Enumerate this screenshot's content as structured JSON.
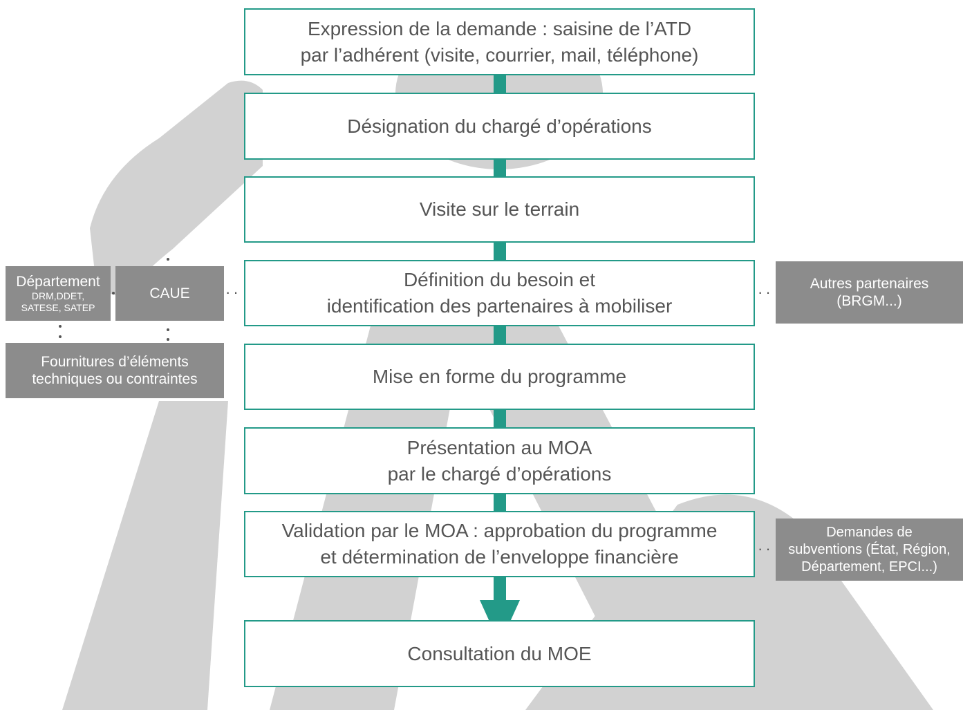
{
  "steps": [
    {
      "text": "Expression de la demande : saisine de l’ATD\npar l’adhérent (visite, courrier, mail, téléphone)"
    },
    {
      "text": "Désignation du chargé d’opérations"
    },
    {
      "text": "Visite sur le terrain"
    },
    {
      "text": "Définition du besoin et\nidentification des partenaires à mobiliser"
    },
    {
      "text": "Mise en forme du programme"
    },
    {
      "text": "Présentation au MOA\npar le chargé d’opérations"
    },
    {
      "text": "Validation par le MOA : approbation du programme\net détermination de l’enveloppe financière"
    },
    {
      "text": "Consultation du MOE"
    }
  ],
  "side_boxes": {
    "departement": {
      "title": "Département",
      "details": "DRM,DDET,\nSATESE, SATEP"
    },
    "caue": "CAUE",
    "fournitures": "Fournitures d’éléments\ntechniques ou contraintes",
    "autres_partenaires": "Autres partenaires\n(BRGM...)",
    "demandes_subventions": "Demandes de\nsubventions (État, Région,\nDépartement, EPCI...)"
  },
  "colors": {
    "accent": "#239a88",
    "side_box": "#8c8c8c",
    "background_figure": "#d2d2d2",
    "step_text": "#555555"
  },
  "icons": {
    "background": "hands-figure-watermark",
    "arrow": "arrow-down-icon"
  }
}
